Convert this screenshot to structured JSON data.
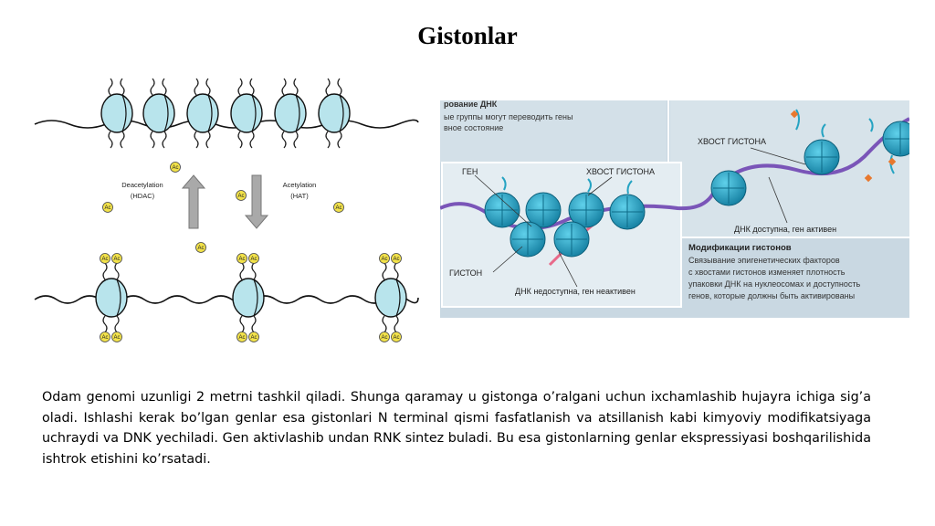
{
  "slide": {
    "title": "Gistonlar",
    "paragraph": "Odam genomi uzunligi 2 metrni tashkil qiladi. Shunga qaramay u gistonga o’ralgani uchun ixchamlashib hujayra ichiga sig’a oladi. Ishlashi kerak bo’lgan genlar esa gistonlari N terminal qismi  fasfatlanish va atsillanish kabi kimyoviy modifikatsiyaga uchraydi va DNK yechiladi. Gen aktivlashib undan RNK sintez buladi. Bu esa gistonlarning genlar ekspressiyasi boshqarilishida ishtrok etishini ko’rsatadi."
  },
  "left_figure": {
    "deacetylation_label": "Deacetylation",
    "hdac_label": "(HDAC)",
    "acetylation_label": "Acetylation",
    "hat_label": "(HAT)",
    "acetyl_mark": "Ac",
    "colors": {
      "nucleosome": "#b8e4ec",
      "acetyl": "#f2e24a",
      "arrow": "#a9a9a9"
    }
  },
  "right_figure": {
    "header_line1": "рование ДНК",
    "header_line2": "ые группы могут переводить гены",
    "header_line3": "вное состояние",
    "gene_label": "ГЕН",
    "histone_tail_label_left": "ХВОСТ ГИСТОНА",
    "histone_label": "ГИСТОН",
    "dna_inaccessible_label": "ДНК недоступна, ген неактивен",
    "histone_tail_label_right": "ХВОСТ ГИСТОНА",
    "dna_accessible_label": "ДНК доступна, ген активен",
    "modifications_title": "Модификации гистонов",
    "modifications_line1": "Связывание эпигенетических факторов",
    "modifications_line2": "с хвостами гистонов изменяет плотность",
    "modifications_line3": "упаковки ДНК на нуклеосомах и доступность",
    "modifications_line4": "генов, которые должны быть активированы",
    "colors": {
      "background": "#c9d8e2",
      "panel": "#dde8ef",
      "histone": "#1f9fc0",
      "dna": "#7a55b8"
    }
  }
}
